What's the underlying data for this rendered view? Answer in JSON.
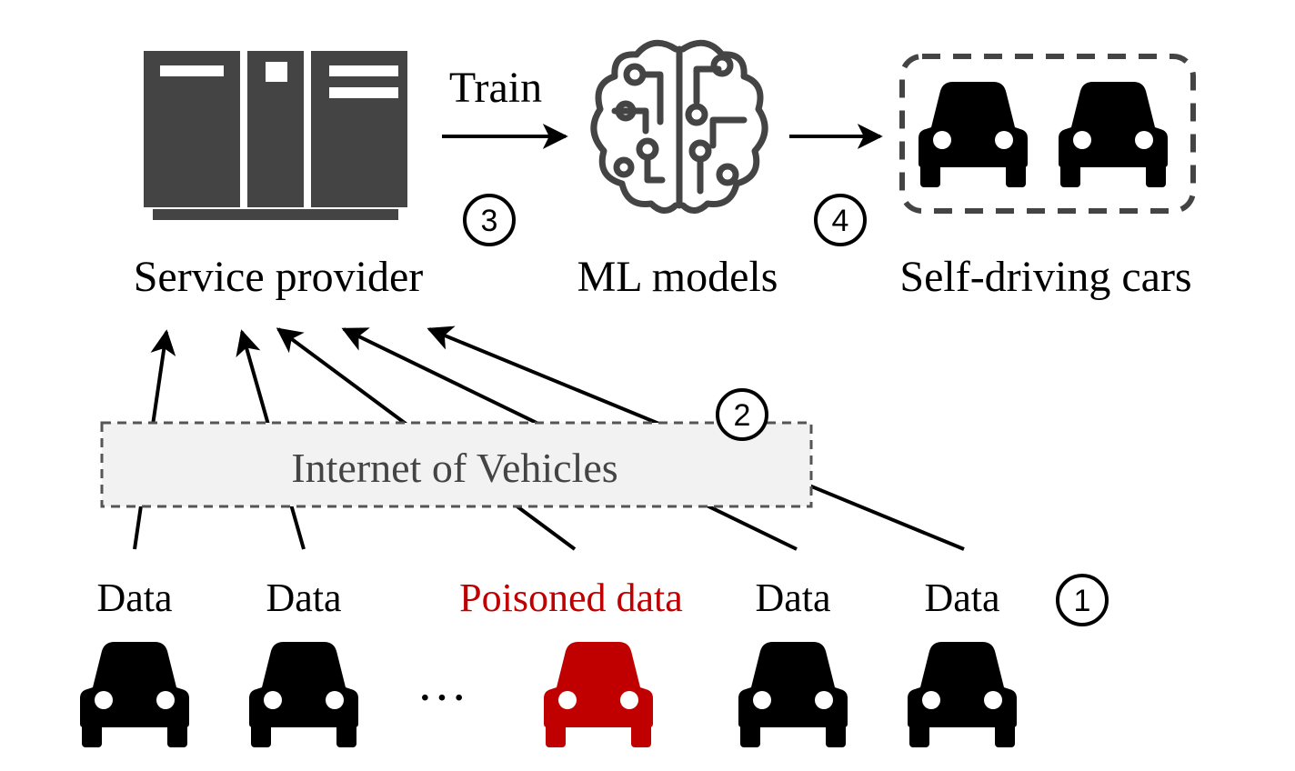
{
  "labels": {
    "train": "Train",
    "service_provider": "Service provider",
    "ml_models": "ML models",
    "self_driving_cars": "Self-driving cars",
    "internet_of_vehicles": "Internet of Vehicles",
    "ellipsis": "···"
  },
  "steps": [
    "1",
    "2",
    "3",
    "4"
  ],
  "vehicles": [
    {
      "label": "Data",
      "poisoned": false
    },
    {
      "label": "Data",
      "poisoned": false
    },
    {
      "label": "Poisoned data",
      "poisoned": true
    },
    {
      "label": "Data",
      "poisoned": false
    },
    {
      "label": "Data",
      "poisoned": false
    }
  ],
  "colors": {
    "normal": "#000000",
    "poisoned": "#c00000",
    "server": "#444444",
    "iov_fill": "#f2f2f2",
    "iov_border": "#555555"
  },
  "icons": [
    "server-icon",
    "brain-circuit-icon",
    "car-icon"
  ]
}
